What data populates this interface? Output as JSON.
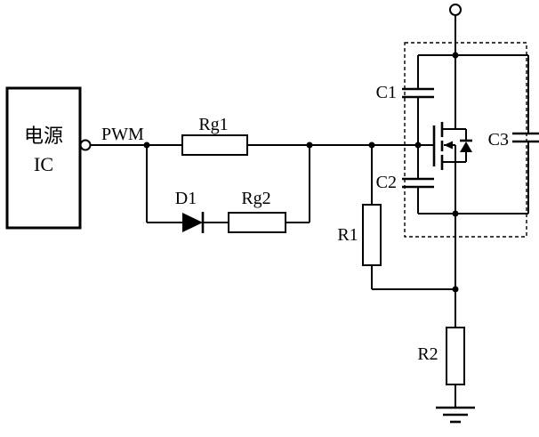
{
  "schematic": {
    "power_ic": {
      "line1": "电源",
      "line2": "IC"
    },
    "signals": {
      "pwm": "PWM"
    },
    "components": {
      "rg1": "Rg1",
      "rg2": "Rg2",
      "d1": "D1",
      "r1": "R1",
      "r2": "R2",
      "c1": "C1",
      "c2": "C2",
      "c3": "C3"
    },
    "colors": {
      "line": "#000000",
      "background": "#ffffff"
    }
  }
}
